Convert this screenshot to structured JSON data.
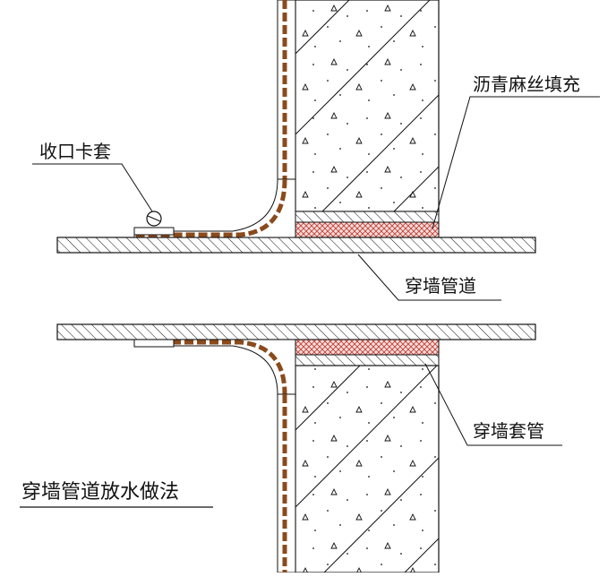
{
  "diagram": {
    "title": "穿墙管道放水做法",
    "labels": {
      "collar": "收口卡套",
      "asphalt_fill": "沥青麻丝填充",
      "pipe": "穿墙管道",
      "sleeve": "穿墙套管"
    }
  },
  "colors": {
    "line": "#111111",
    "membrane": "#8a4a1c",
    "asphalt_hatch": "#c0392b"
  }
}
